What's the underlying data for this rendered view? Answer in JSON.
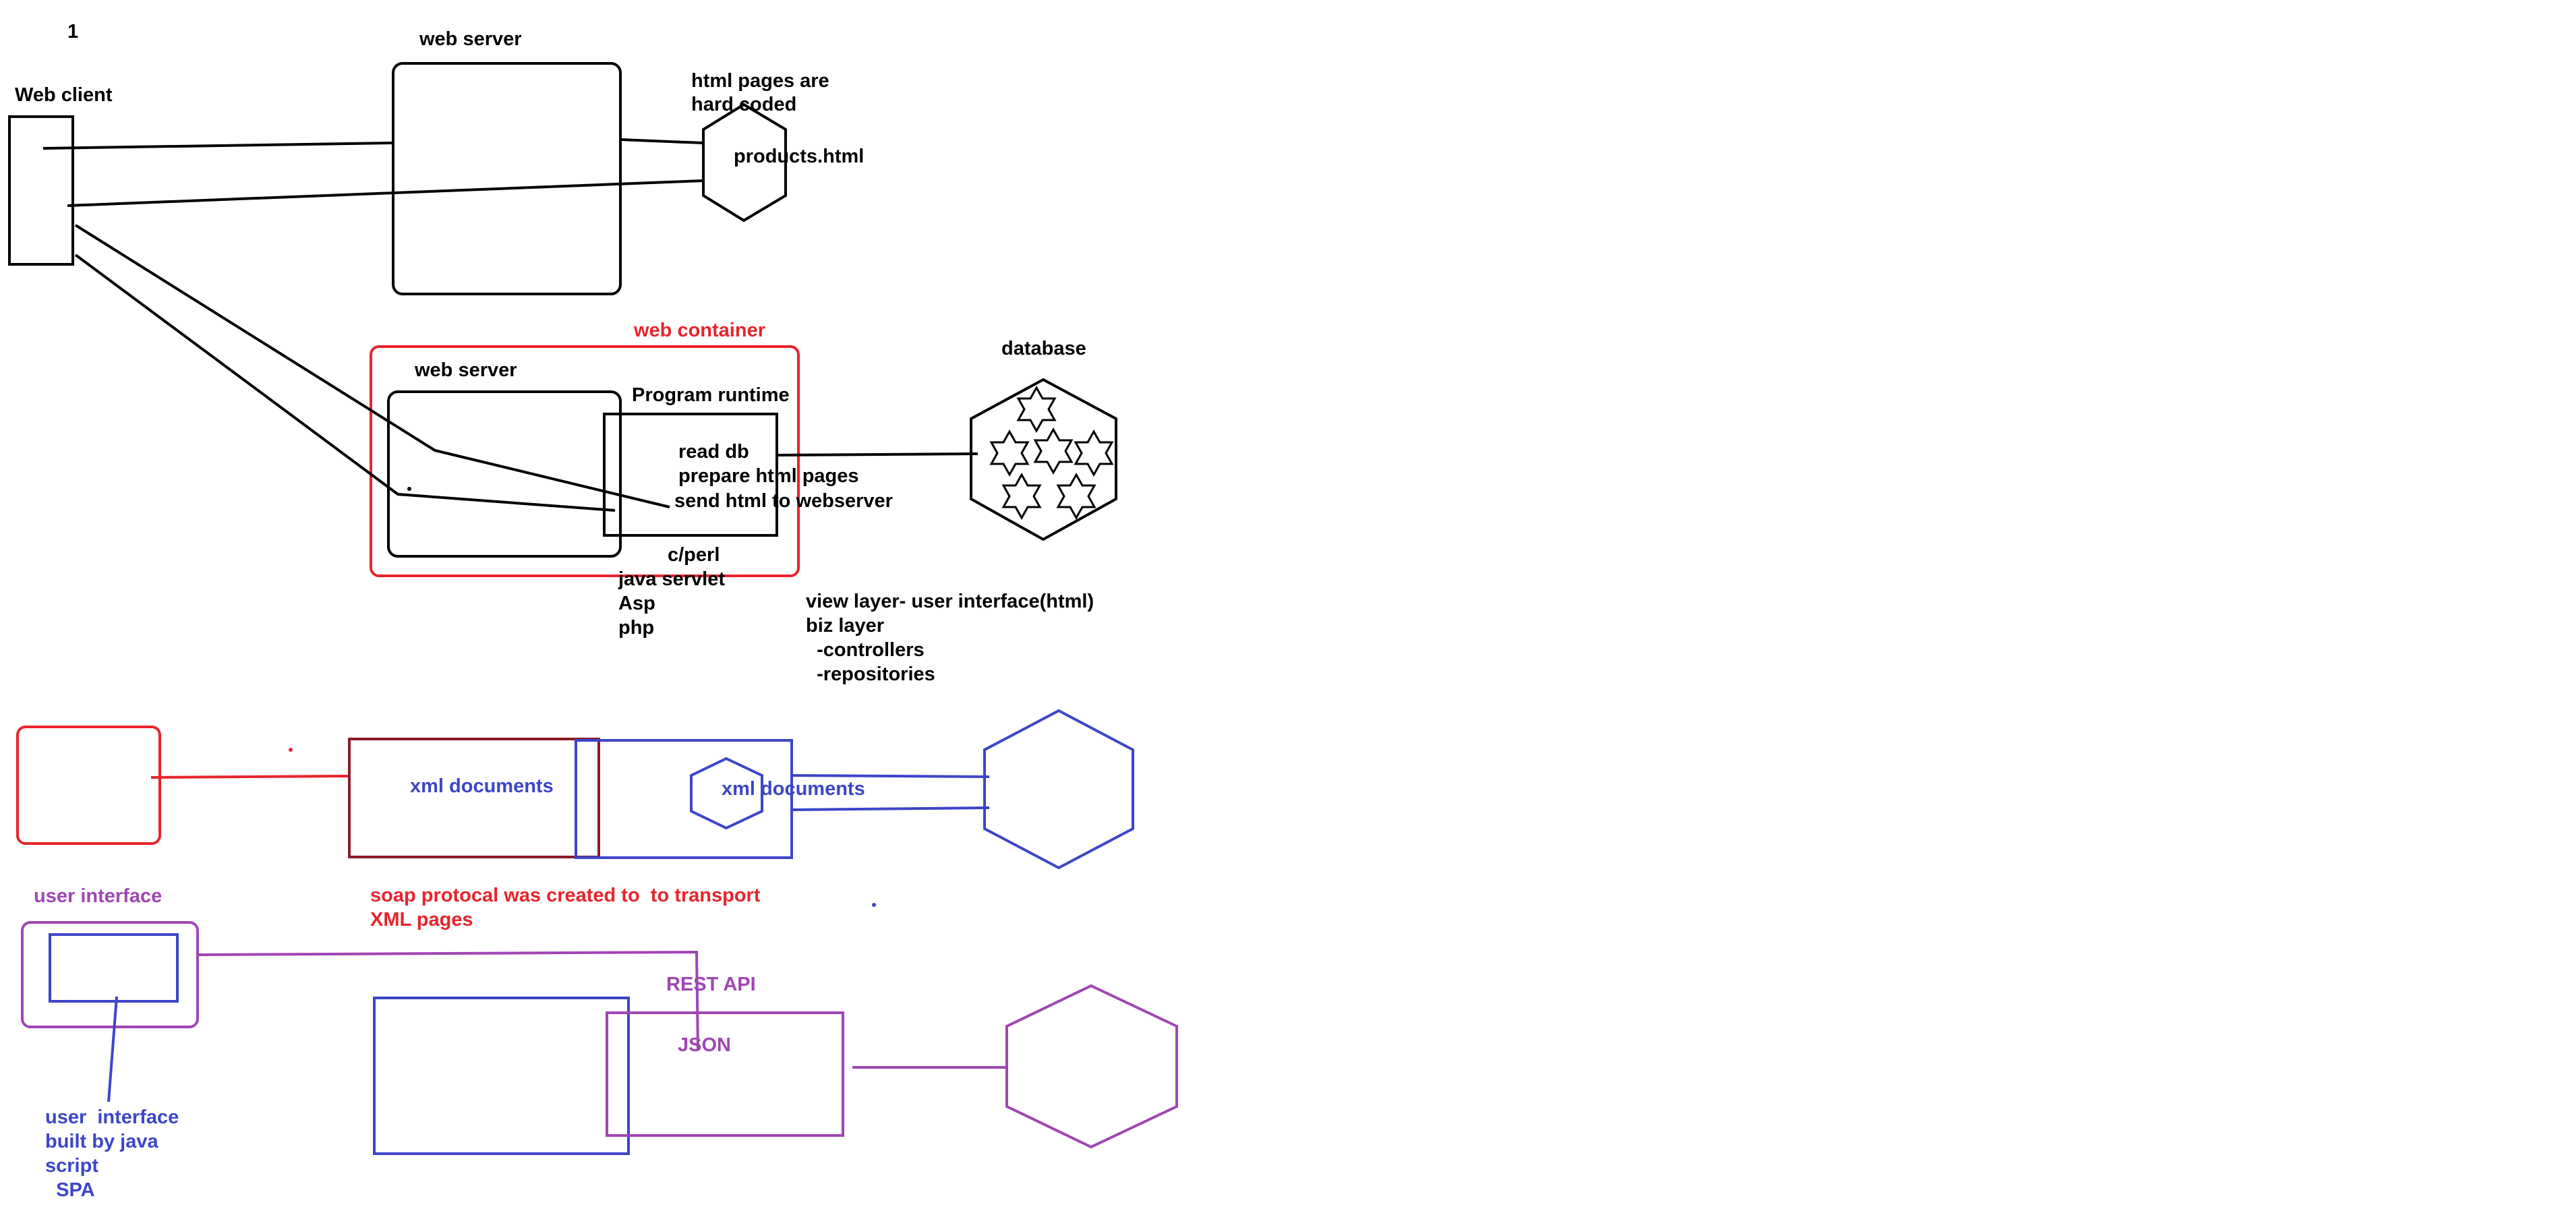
{
  "page_number": "1",
  "section1": {
    "web_client": "Web client",
    "web_server": "web server",
    "note_line1": "html pages are",
    "note_line2": "hard coded",
    "file": "products.html"
  },
  "section2": {
    "web_container": "web container",
    "web_server": "web server",
    "program_runtime": "Program runtime",
    "steps": [
      "read db",
      "prepare html pages",
      "send html to webserver"
    ],
    "database": "database",
    "runtimes": [
      "c/perl",
      "java servlet",
      "Asp",
      "php"
    ],
    "layers": [
      "view layer- user interface(html)",
      "biz layer",
      "  -controllers",
      "  -repositories"
    ]
  },
  "section3": {
    "xml_docs_1": "xml documents",
    "xml_docs_2": "xml documents",
    "soap_line1": "soap protocal was created to  to transport",
    "soap_line2": "XML pages"
  },
  "section4": {
    "user_interface": "user interface",
    "rest_api": "REST API",
    "json": "JSON",
    "ui_note": [
      "user  interface",
      "built by java",
      "script",
      "  SPA"
    ]
  },
  "colors": {
    "black": "#000000",
    "red": "#e8242c",
    "dark_red": "#8b1a2a",
    "blue": "#3c46c8",
    "purple": "#a046b4"
  }
}
